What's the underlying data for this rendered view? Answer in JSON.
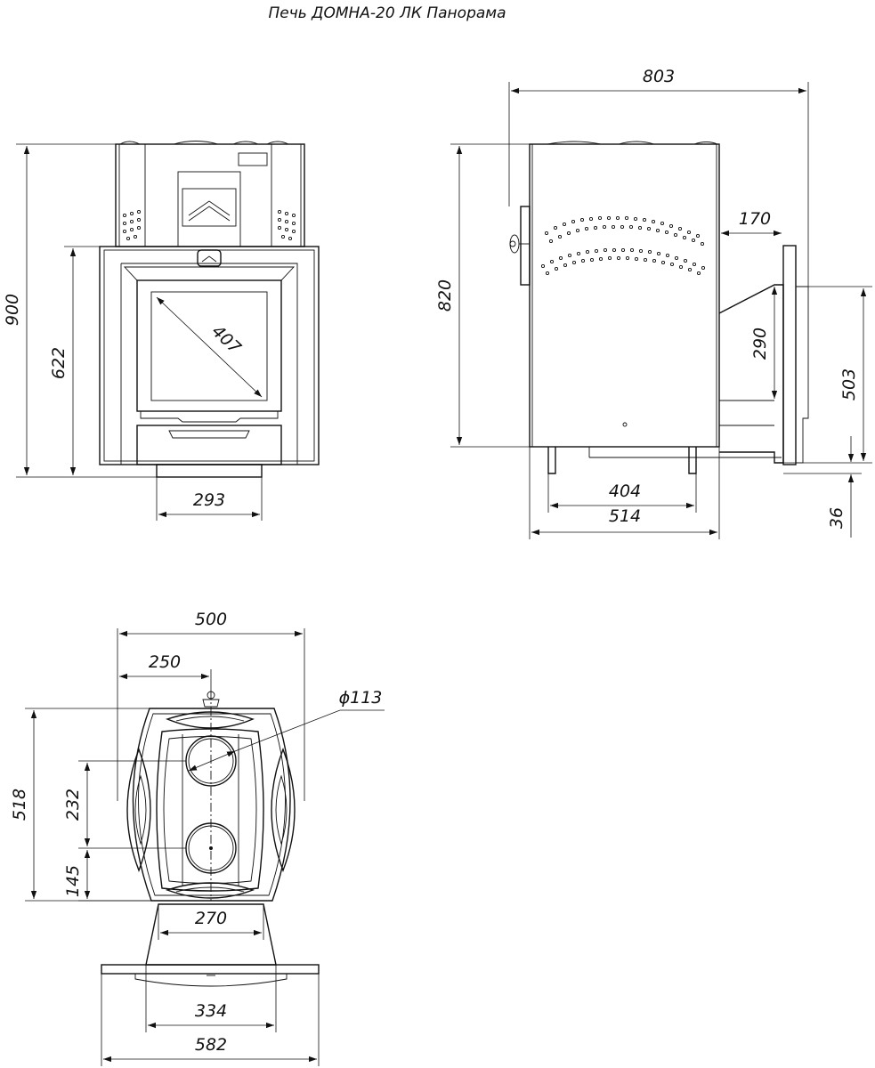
{
  "title": "Печь ДОМНА-20 ЛК Панорама",
  "front_view": {
    "height_total": "900",
    "height_body": "622",
    "glass_diagonal": "407",
    "base_width": "293"
  },
  "side_view": {
    "depth_total": "803",
    "height": "820",
    "tank_offset": "170",
    "tank_height": "290",
    "tank_total_height": "503",
    "leg_height": "36",
    "leg_span": "404",
    "body_depth": "514"
  },
  "top_view": {
    "width_total": "500",
    "half_width": "250",
    "hole_diameter": "ϕ113",
    "depth": "518",
    "hole_spacing": "232",
    "hole_offset": "145",
    "neck_width": "270",
    "portal_inner": "334",
    "portal_outer": "582"
  }
}
